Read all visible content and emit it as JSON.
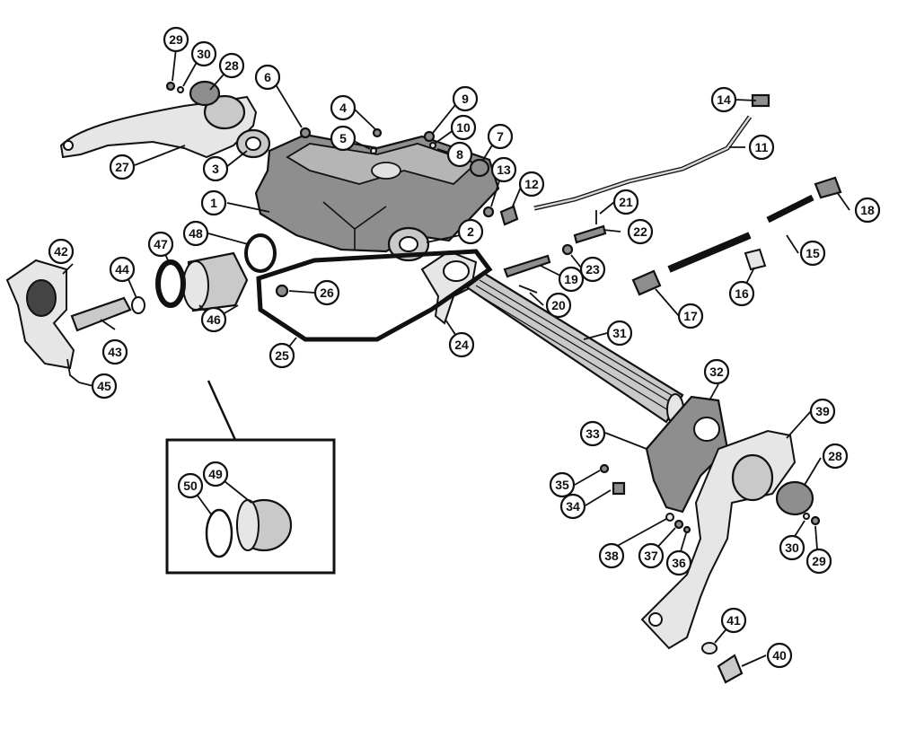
{
  "diagram": {
    "callouts": [
      {
        "id": "c29a",
        "label": "29"
      },
      {
        "id": "c30a",
        "label": "30"
      },
      {
        "id": "c28a",
        "label": "28"
      },
      {
        "id": "c6",
        "label": "6"
      },
      {
        "id": "c4",
        "label": "4"
      },
      {
        "id": "c5",
        "label": "5"
      },
      {
        "id": "c9",
        "label": "9"
      },
      {
        "id": "c10",
        "label": "10"
      },
      {
        "id": "c8",
        "label": "8"
      },
      {
        "id": "c7",
        "label": "7"
      },
      {
        "id": "c14",
        "label": "14"
      },
      {
        "id": "c11",
        "label": "11"
      },
      {
        "id": "c27",
        "label": "27"
      },
      {
        "id": "c3",
        "label": "3"
      },
      {
        "id": "c1",
        "label": "1"
      },
      {
        "id": "c13",
        "label": "13"
      },
      {
        "id": "c12",
        "label": "12"
      },
      {
        "id": "c18",
        "label": "18"
      },
      {
        "id": "c21",
        "label": "21"
      },
      {
        "id": "c22",
        "label": "22"
      },
      {
        "id": "c2",
        "label": "2"
      },
      {
        "id": "c42",
        "label": "42"
      },
      {
        "id": "c47",
        "label": "47"
      },
      {
        "id": "c48",
        "label": "48"
      },
      {
        "id": "c44",
        "label": "44"
      },
      {
        "id": "c26",
        "label": "26"
      },
      {
        "id": "c23",
        "label": "23"
      },
      {
        "id": "c19",
        "label": "19"
      },
      {
        "id": "c15",
        "label": "15"
      },
      {
        "id": "c16",
        "label": "16"
      },
      {
        "id": "c46",
        "label": "46"
      },
      {
        "id": "c43",
        "label": "43"
      },
      {
        "id": "c20",
        "label": "20"
      },
      {
        "id": "c17",
        "label": "17"
      },
      {
        "id": "c25",
        "label": "25"
      },
      {
        "id": "c24",
        "label": "24"
      },
      {
        "id": "c31",
        "label": "31"
      },
      {
        "id": "c45",
        "label": "45"
      },
      {
        "id": "c32",
        "label": "32"
      },
      {
        "id": "c39",
        "label": "39"
      },
      {
        "id": "c33",
        "label": "33"
      },
      {
        "id": "c28b",
        "label": "28"
      },
      {
        "id": "c49",
        "label": "49"
      },
      {
        "id": "c50",
        "label": "50"
      },
      {
        "id": "c35",
        "label": "35"
      },
      {
        "id": "c34",
        "label": "34"
      },
      {
        "id": "c30b",
        "label": "30"
      },
      {
        "id": "c29b",
        "label": "29"
      },
      {
        "id": "c38",
        "label": "38"
      },
      {
        "id": "c37",
        "label": "37"
      },
      {
        "id": "c36",
        "label": "36"
      },
      {
        "id": "c41",
        "label": "41"
      },
      {
        "id": "c40",
        "label": "40"
      }
    ]
  }
}
